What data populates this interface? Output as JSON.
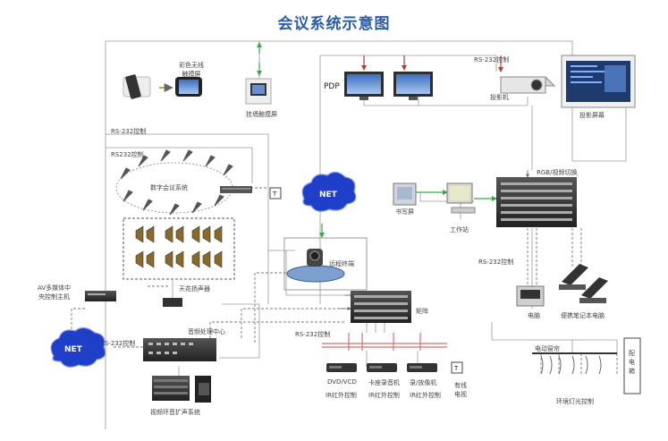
{
  "title": "会议系统示意图",
  "labels": {
    "wireless_touch": "彩色无线\n触摸屏",
    "wall_touch": "挂墙触摸屏",
    "rs232_ctrl_top": "RS-232控制",
    "rs232_ctrl_left": "RS-232控制",
    "rs232_ctrl_inner": "RS232控制",
    "digital_conf": "数字会议系统",
    "ceiling_speakers": "天花扬声器",
    "av_host": "AV多媒体中\n央控制主机",
    "rs232_ctrl_av": "RS-232控制",
    "audio_center": "音频处理中心",
    "video_amp": "视频环音扩声系统",
    "pdp": "PDP",
    "projector": "投影机",
    "projector_screen": "投影屏幕",
    "rs232_ctrl_proj": "RS-232控制",
    "remote_camera": "远程终端",
    "matrix": "矩阵",
    "rs232_ctrl_matrix": "RS-232控制",
    "tablet": "书写屏",
    "workstation": "工作站",
    "rgb_switcher": "RGB/视频切换",
    "rs232_ctrl_right": "RS-232控制",
    "computer": "电脑",
    "laptop": "便携笔记本电脑",
    "dvd": "DVD/VCD",
    "cassette": "卡座录音机",
    "recorder": "录/放像机",
    "cable_tv": "有线\n电视",
    "ir_ctrl_1": "IR红外控制",
    "ir_ctrl_2": "IR红外控制",
    "ir_ctrl_3": "IR红外控制",
    "curtain": "电动窗帘",
    "power_box": "配电箱",
    "lighting": "环境灯光控制",
    "net": "NET",
    "t_box": "T"
  },
  "colors": {
    "title": "#2a5caa",
    "line": "#9a9a9a",
    "dash": "#7a7a7a",
    "net_cloud": "#1f3fc8",
    "red_arrow": "#c0392b",
    "green_arrow": "#3aa84a",
    "red_bus": "#d96d6d"
  }
}
